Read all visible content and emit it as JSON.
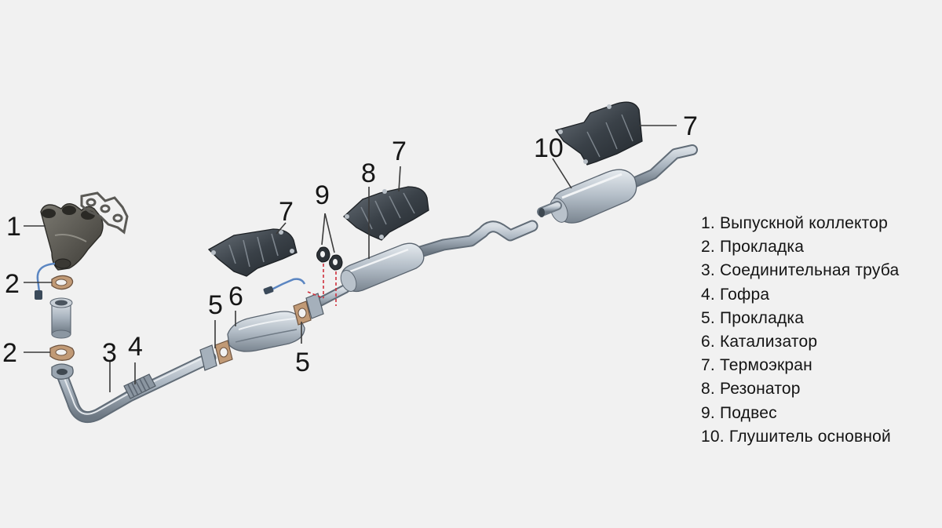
{
  "callouts": [
    {
      "id": "c1",
      "text": "1"
    },
    {
      "id": "c2a",
      "text": "2"
    },
    {
      "id": "c2b",
      "text": "2"
    },
    {
      "id": "c3",
      "text": "3"
    },
    {
      "id": "c4",
      "text": "4"
    },
    {
      "id": "c5a",
      "text": "5"
    },
    {
      "id": "c5b",
      "text": "5"
    },
    {
      "id": "c6",
      "text": "6"
    },
    {
      "id": "c7a",
      "text": "7"
    },
    {
      "id": "c7b",
      "text": "7"
    },
    {
      "id": "c7c",
      "text": "7"
    },
    {
      "id": "c8",
      "text": "8"
    },
    {
      "id": "c9",
      "text": "9"
    },
    {
      "id": "c10",
      "text": "10"
    }
  ],
  "legend": [
    "1. Выпускной коллектор",
    "2. Прокладка",
    "3. Соединительная труба",
    "4. Гофра",
    "5. Прокладка",
    "6. Катализатор",
    "7. Термоэкран",
    "8. Резонатор",
    "9. Подвес",
    "10. Глушитель основной"
  ],
  "colors": {
    "background": "#f1f1f1",
    "pipe": "#a9b4bf",
    "pipe_dark": "#6f7b86",
    "shield": "#3c434b",
    "manifold": "#585650",
    "sensor_wire": "#5b86c2",
    "hanger_line": "#d0303c",
    "gasket": "#b08a6a"
  }
}
